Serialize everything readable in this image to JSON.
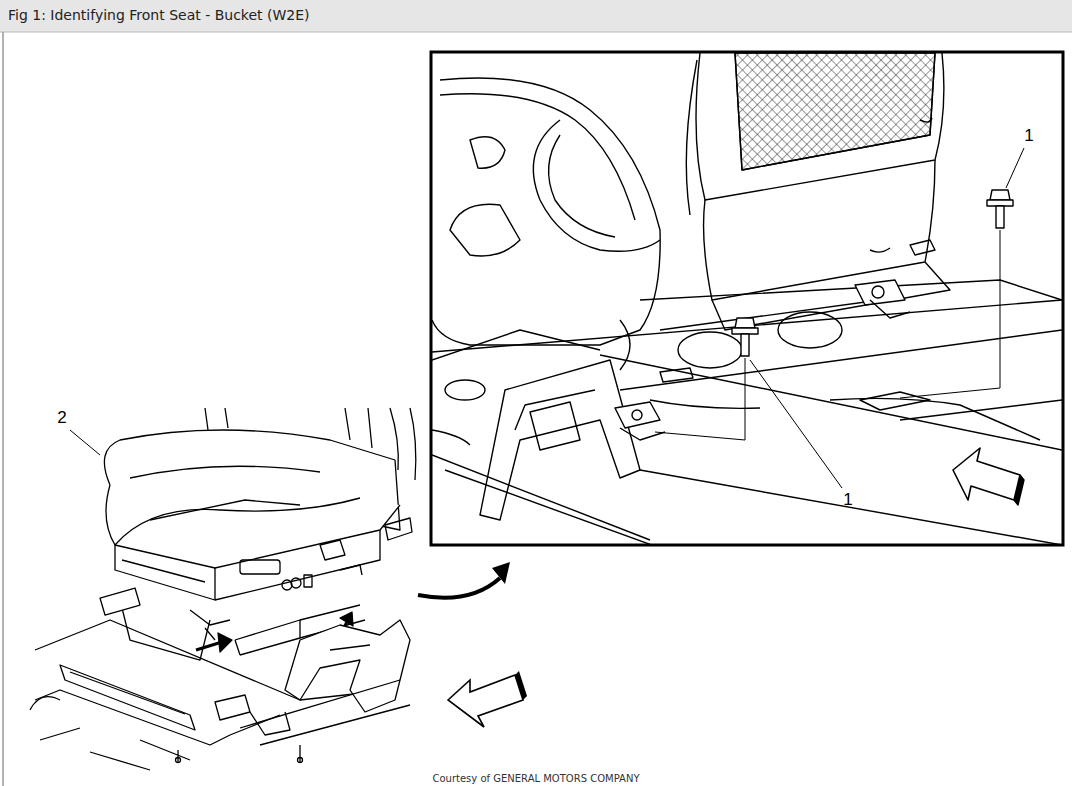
{
  "diagram": {
    "title": "Fig 1: Identifying Front Seat - Bucket (W2E)",
    "caption": "Courtesy of GENERAL MOTORS COMPANY",
    "labels": [
      "1",
      "1",
      "2"
    ]
  }
}
